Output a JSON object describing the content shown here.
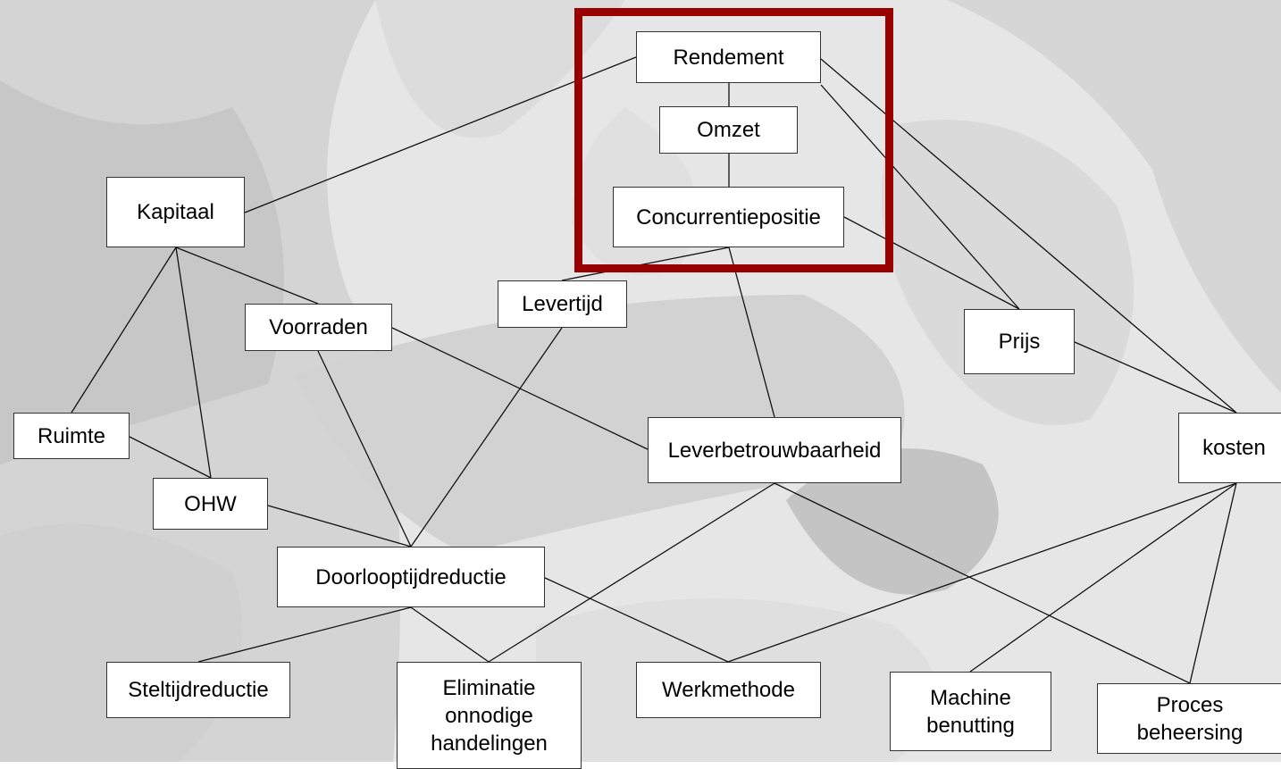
{
  "diagram": {
    "highlight_color": "#990000",
    "nodes": {
      "rendement": "Rendement",
      "omzet": "Omzet",
      "concurrentiepositie": "Concurrentiepositie",
      "kapitaal": "Kapitaal",
      "levertijd": "Levertijd",
      "voorraden": "Voorraden",
      "prijs": "Prijs",
      "ruimte": "Ruimte",
      "leverbetrouwbaarheid": "Leverbetrouwbaarheid",
      "kosten": "kosten",
      "ohw": "OHW",
      "doorlooptijdreductie": "Doorlooptijdreductie",
      "steltijdreductie": "Steltijdreductie",
      "eliminatie": "Eliminatie\nonnodige\nhandelingen",
      "werkmethode": "Werkmethode",
      "machine": "Machine\nbenutting",
      "proces": "Proces\nbeheersing"
    },
    "connections": [
      [
        "rendement",
        "omzet"
      ],
      [
        "omzet",
        "concurrentiepositie"
      ],
      [
        "rendement",
        "kapitaal"
      ],
      [
        "rendement",
        "prijs"
      ],
      [
        "rendement",
        "kosten"
      ],
      [
        "concurrentiepositie",
        "prijs"
      ],
      [
        "concurrentiepositie",
        "levertijd"
      ],
      [
        "concurrentiepositie",
        "leverbetrouwbaarheid"
      ],
      [
        "kapitaal",
        "voorraden"
      ],
      [
        "kapitaal",
        "ruimte"
      ],
      [
        "kapitaal",
        "ohw"
      ],
      [
        "voorraden",
        "leverbetrouwbaarheid"
      ],
      [
        "voorraden",
        "doorlooptijdreductie"
      ],
      [
        "ruimte",
        "ohw"
      ],
      [
        "ohw",
        "doorlooptijdreductie"
      ],
      [
        "levertijd",
        "doorlooptijdreductie"
      ],
      [
        "prijs",
        "kosten"
      ],
      [
        "leverbetrouwbaarheid",
        "eliminatie"
      ],
      [
        "leverbetrouwbaarheid",
        "proces"
      ],
      [
        "doorlooptijdreductie",
        "steltijdreductie"
      ],
      [
        "doorlooptijdreductie",
        "eliminatie"
      ],
      [
        "doorlooptijdreductie",
        "werkmethode"
      ],
      [
        "kosten",
        "werkmethode"
      ],
      [
        "kosten",
        "machine"
      ],
      [
        "kosten",
        "proces"
      ]
    ]
  }
}
